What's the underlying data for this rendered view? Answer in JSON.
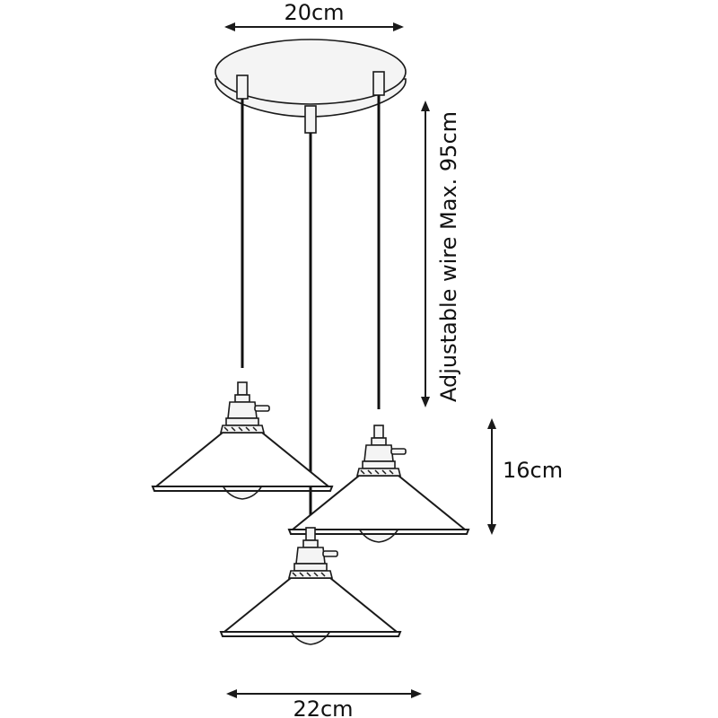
{
  "diagram": {
    "colors": {
      "line": "#1a1a1a",
      "background": "#ffffff"
    },
    "labels": {
      "canopy_width": "20cm",
      "wire_length": "Adjustable wire Max. 95cm",
      "shade_height": "16cm",
      "shade_width": "22cm"
    },
    "parts": [
      "ceiling-canopy",
      "wire",
      "lamp-holder",
      "cone-shade",
      "bulb"
    ],
    "pendant_count": 3
  }
}
